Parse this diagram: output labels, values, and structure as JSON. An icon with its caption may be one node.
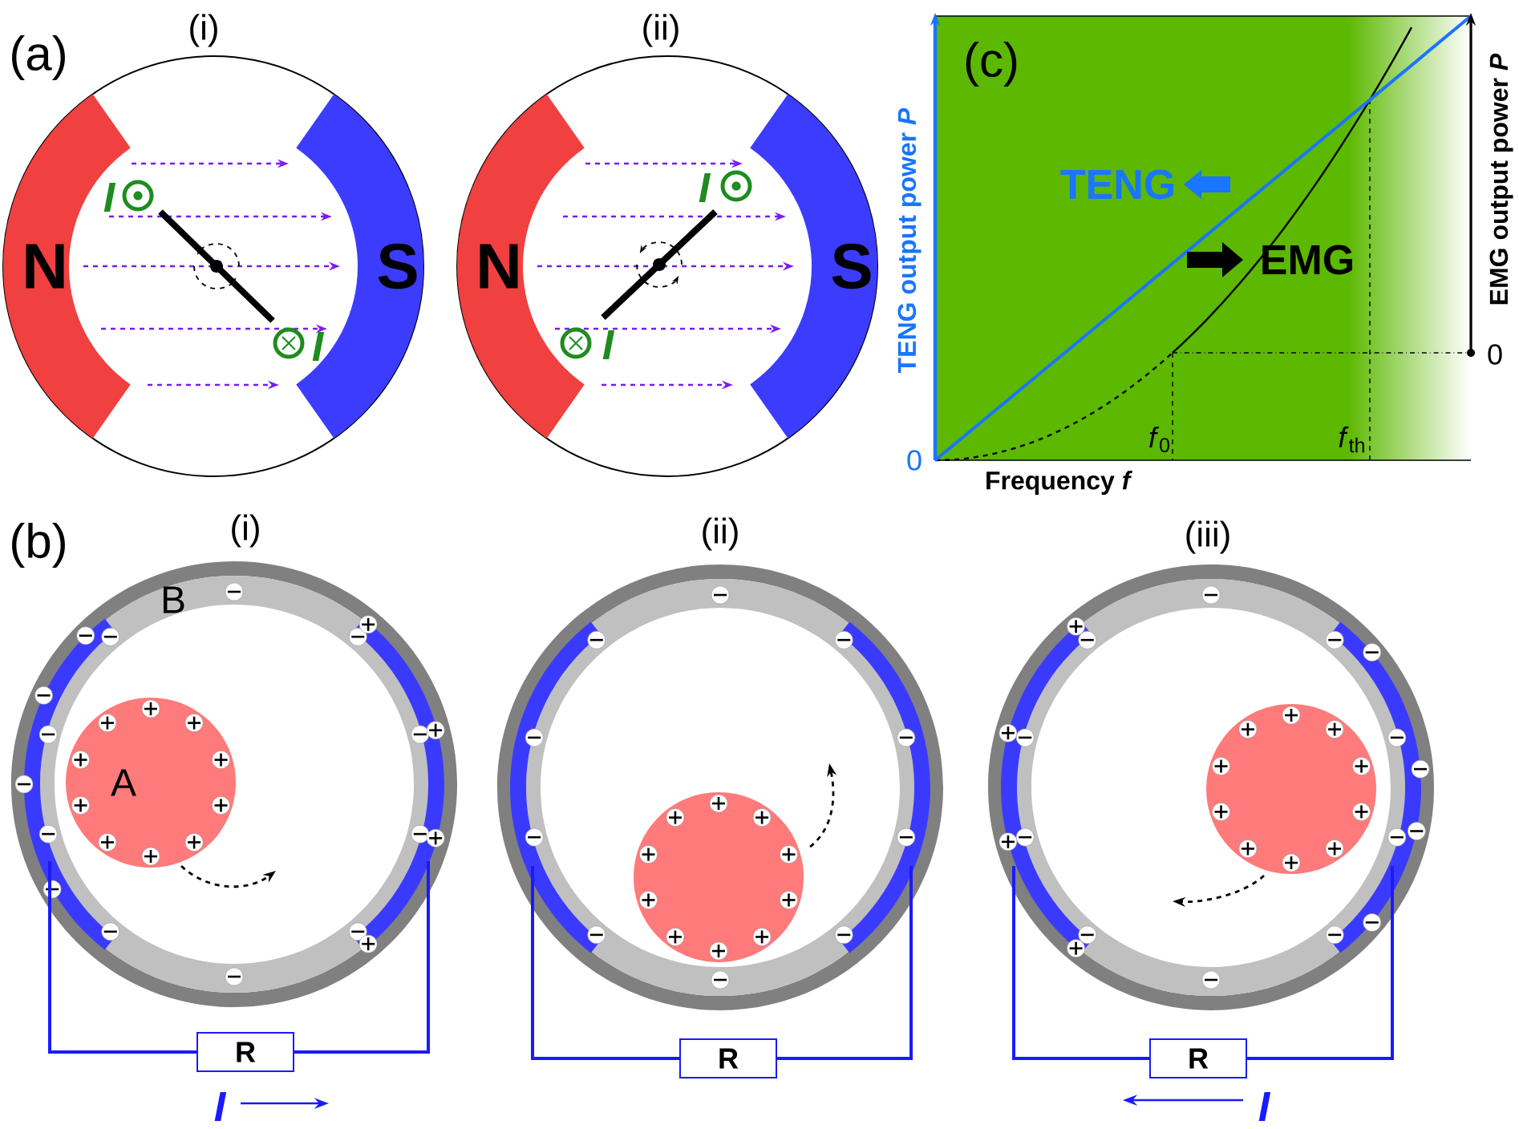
{
  "diagram": {
    "nodes": [
      {
        "text": [
          "N"
        ]
      },
      {
        "text": [
          "S"
        ]
      },
      {
        "text": [
          "N"
        ]
      },
      {
        "text": [
          "S"
        ]
      },
      {
        "text": [
          "B"
        ]
      },
      {
        "text": [
          "A"
        ],
        "in": 4
      },
      {
        "text": [],
        "shape": "bar",
        "in": 4
      },
      {
        "text": [],
        "shape": "bar",
        "in": 4
      },
      {
        "text": [
          "R"
        ]
      },
      {
        "text": [],
        "shape": "circle"
      },
      {
        "text": [],
        "shape": "circle",
        "in": 9
      },
      {
        "text": [],
        "shape": "bar",
        "in": 9
      },
      {
        "text": [],
        "shape": "bar",
        "in": 9
      },
      {
        "text": [
          "R"
        ]
      },
      {
        "text": [],
        "shape": "circle"
      },
      {
        "text": [],
        "shape": "circle",
        "in": 14
      },
      {
        "text": [],
        "shape": "bar",
        "in": 14
      },
      {
        "text": [],
        "shape": "bar",
        "in": 14
      },
      {
        "text": [
          "R"
        ]
      }
    ],
    "edges": [
      {
        "from": 6,
        "to": 8,
        "arrow": "none"
      },
      {
        "from": 7,
        "to": 8,
        "arrow": "none"
      },
      {
        "from": 11,
        "to": 13,
        "arrow": "none"
      },
      {
        "from": 12,
        "to": 13,
        "arrow": "none"
      },
      {
        "from": 16,
        "to": 18,
        "arrow": "none"
      },
      {
        "from": 17,
        "to": 18,
        "arrow": "none"
      }
    ],
    "labels": [
      "(a)",
      "(i)",
      "(ii)",
      "I",
      "I",
      "I",
      "I",
      "(c)",
      "TENG",
      "EMG",
      "TENG output power *P*",
      "EMG output power *P*",
      "0",
      "0",
      "*f*$_{0}$",
      "*f*$_{th}$",
      "Frequency *f*",
      "(b)",
      "(i)",
      "(ii)",
      "(iii)",
      "I",
      "I"
    ]
  }
}
